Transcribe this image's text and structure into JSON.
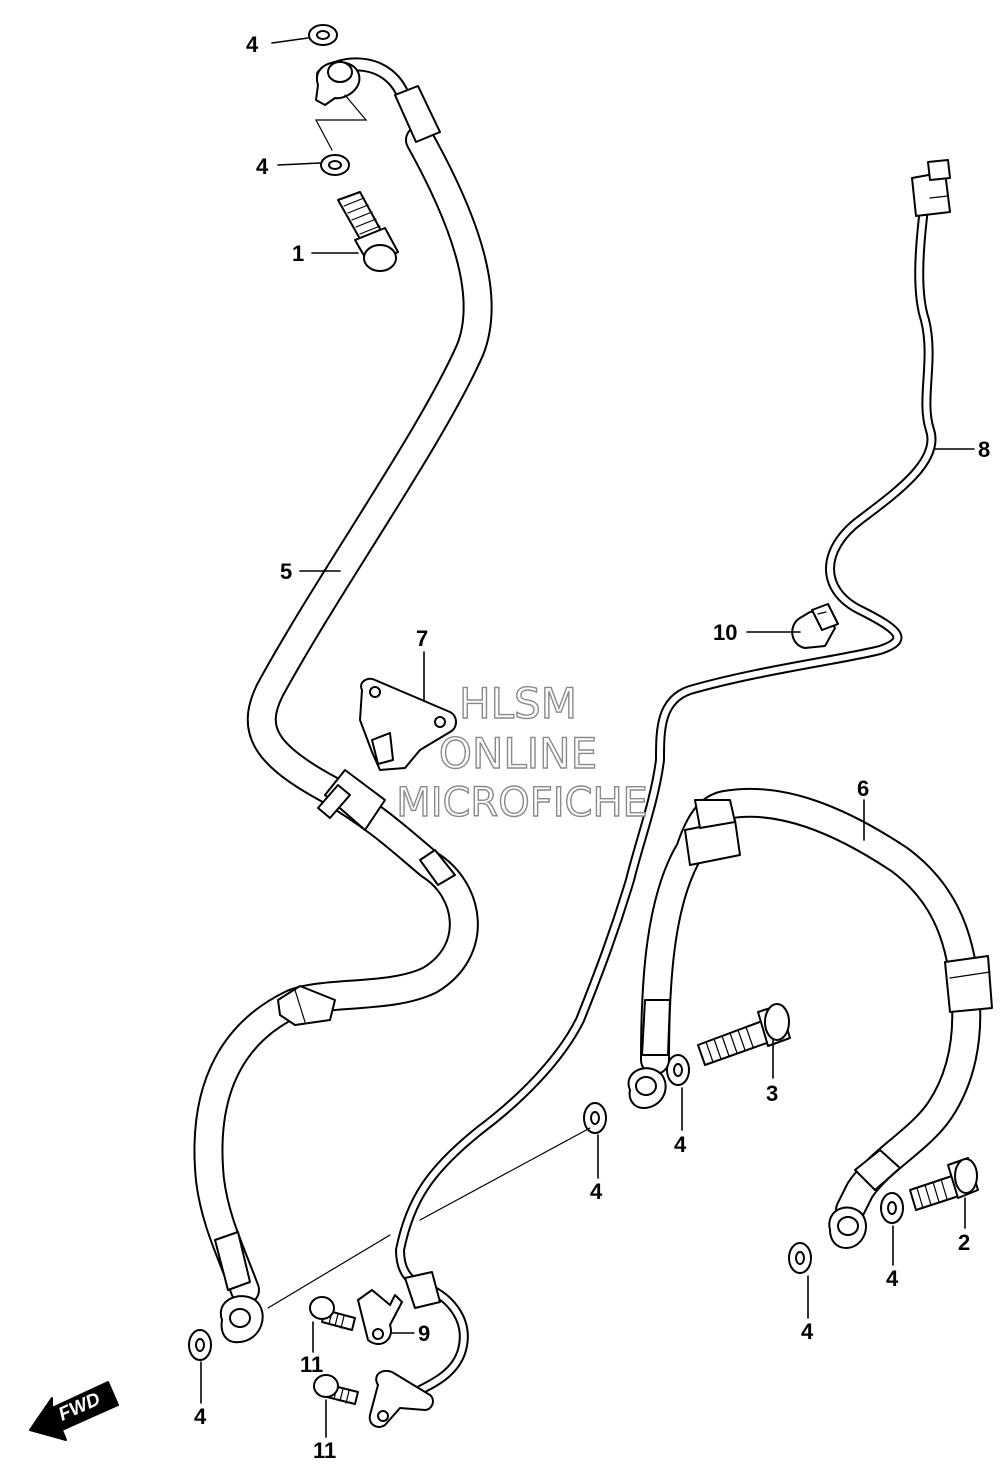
{
  "callouts": {
    "c1": "1",
    "c2": "2",
    "c3": "3",
    "c4a": "4",
    "c4b": "4",
    "c4c": "4",
    "c4d": "4",
    "c4e": "4",
    "c4f": "4",
    "c4g": "4",
    "c5": "5",
    "c6": "6",
    "c7": "7",
    "c8": "8",
    "c9": "9",
    "c10": "10",
    "c11a": "11",
    "c11b": "11"
  },
  "watermark": {
    "line1": "HLSM",
    "line2": "ONLINE",
    "line3": "MICROFICHE"
  },
  "fwd_label": "FWD",
  "colors": {
    "ink": "#000000",
    "watermark_outline": "#8a8a8a"
  }
}
